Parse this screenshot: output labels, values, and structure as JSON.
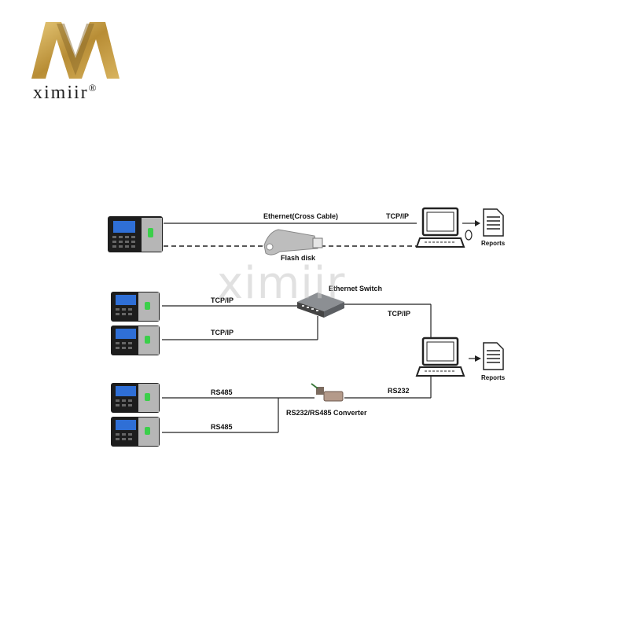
{
  "brand": {
    "name": "ximiir",
    "registered": "®"
  },
  "watermark": "ximiir",
  "diagram": {
    "row1": {
      "ethernet_label": "Ethernet(Cross Cable)",
      "tcpip_label": "TCP/IP",
      "flash_label": "Flash disk",
      "reports_label": "Reports"
    },
    "row2": {
      "tcpip_label_1": "TCP/IP",
      "tcpip_label_2": "TCP/IP",
      "switch_label": "Ethernet Switch",
      "tcpip_label_pc": "TCP/IP",
      "reports_label": "Reports"
    },
    "row3": {
      "rs485_label_1": "RS485",
      "rs485_label_2": "RS485",
      "converter_label": "RS232/RS485 Converter",
      "rs232_label": "RS232"
    }
  },
  "colors": {
    "gold": "#c9a24a",
    "line": "#222222"
  }
}
